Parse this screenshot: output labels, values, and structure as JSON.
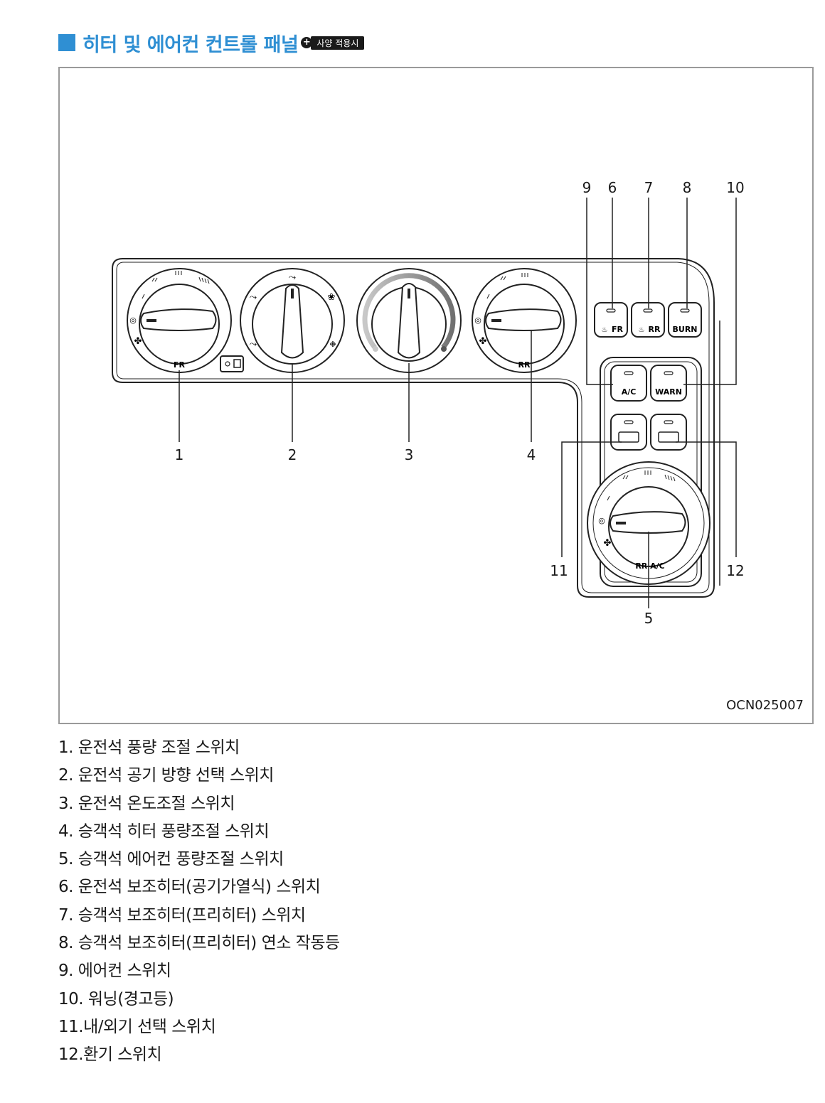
{
  "heading": {
    "title": "히터 및 에어컨 컨트롤 패널",
    "option_icon": "plus-circle-icon",
    "option_label": "사양 적용시"
  },
  "figure": {
    "code": "OCN025007",
    "callouts": {
      "c1": "1",
      "c2": "2",
      "c3": "3",
      "c4": "4",
      "c5": "5",
      "c6": "6",
      "c7": "7",
      "c8": "8",
      "c9": "9",
      "c10": "10",
      "c11": "11",
      "c12": "12"
    },
    "labels": {
      "knob1": "FR",
      "knob4": "RR",
      "knob5": "RR A/C",
      "btn_fr": "FR",
      "btn_rr": "RR",
      "btn_burn": "BURN",
      "btn_ac": "A/C",
      "btn_warn": "WARN"
    }
  },
  "legend": [
    "1. 운전석 풍량 조절 스위치",
    "2. 운전석 공기 방향 선택 스위치",
    "3. 운전석 온도조절 스위치",
    "4. 승객석 히터 풍량조절 스위치",
    "5. 승객석 에어컨 풍량조절 스위치",
    "6. 운전석 보조히터(공기가열식) 스위치",
    "7. 승객석 보조히터(프리히터) 스위치",
    "8. 승객석 보조히터(프리히터) 연소 작동등",
    "9. 에어컨 스위치",
    "10. 워닝(경고등)",
    "11.내/외기 선택 스위치",
    "12.환기 스위치"
  ]
}
